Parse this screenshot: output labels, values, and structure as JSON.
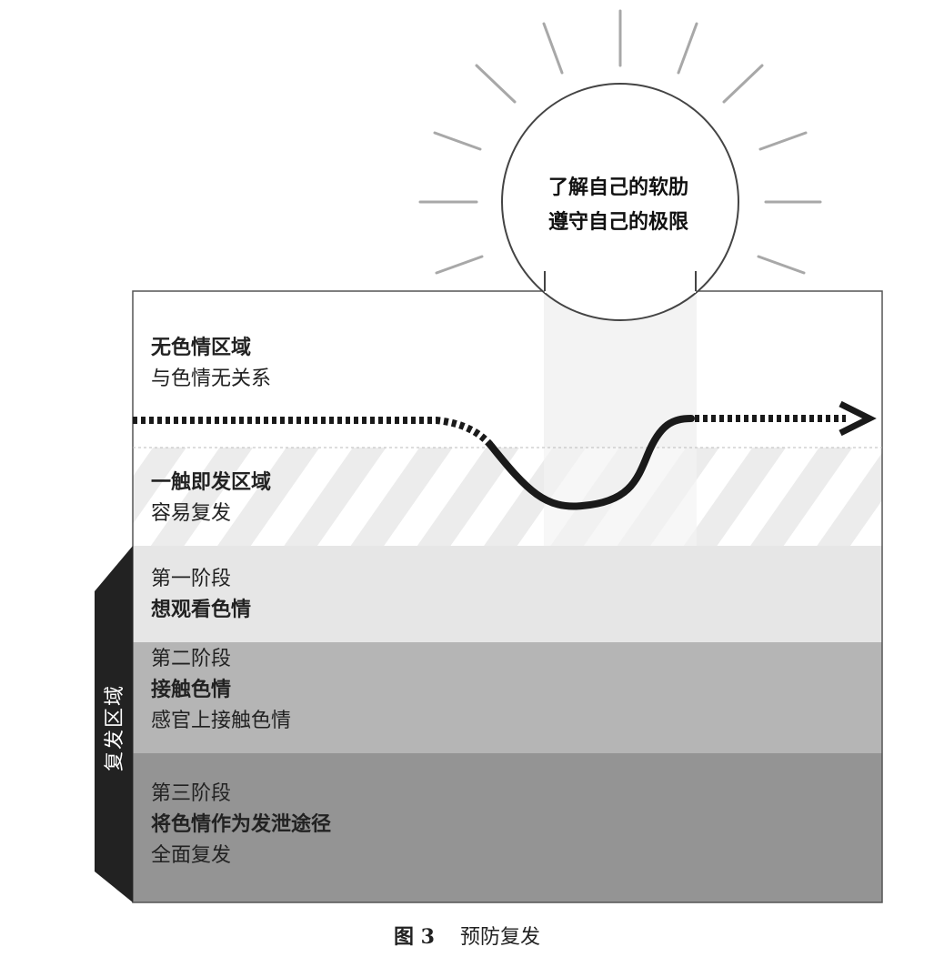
{
  "bulb": {
    "line1": "了解自己的软肋",
    "line2": "遵守自己的极限"
  },
  "zones": {
    "no_porn": {
      "title": "无色情区域",
      "desc": "与色情无关系"
    },
    "trigger": {
      "title": "一触即发区域",
      "desc": "容易复发"
    },
    "stage1": {
      "stage": "第一阶段",
      "title": "想观看色情"
    },
    "stage2": {
      "stage": "第二阶段",
      "title": "接触色情",
      "desc": "感官上接触色情"
    },
    "stage3": {
      "stage": "第三阶段",
      "title": "将色情作为发泄途径",
      "desc": "全面复发"
    }
  },
  "side_label": "复发区域",
  "caption": {
    "figure": "图 3",
    "title": "预防复发"
  },
  "colors": {
    "stage1": "#e6e6e6",
    "stage2": "#b5b5b5",
    "stage3": "#949494",
    "side_bar": "#222222",
    "path": "#1a1a1a"
  }
}
